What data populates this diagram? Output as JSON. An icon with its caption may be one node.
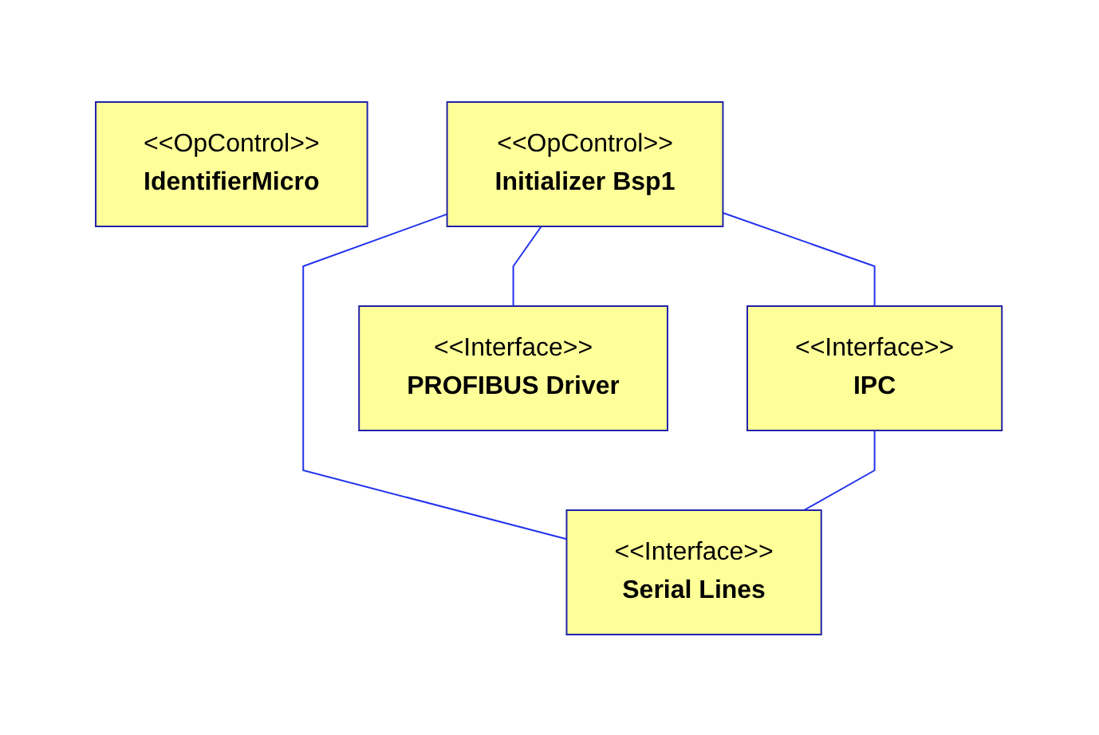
{
  "diagram": {
    "nodes": [
      {
        "text": [
          "<<OpControl>>",
          "IdentifierMicro"
        ]
      },
      {
        "text": [
          "<<OpControl>>",
          "Initializer Bsp1"
        ]
      },
      {
        "text": [
          "<<Interface>>",
          "IPC"
        ]
      },
      {
        "text": [
          "<<Interface>>",
          "PROFIBUS Driver"
        ]
      },
      {
        "text": [
          "<<Interface>>",
          "Serial Lines"
        ]
      }
    ],
    "edges": [
      {
        "from": 1,
        "to": 2,
        "arrow": "none"
      },
      {
        "from": 1,
        "to": 4,
        "arrow": "none"
      },
      {
        "from": 1,
        "to": 3,
        "arrow": "none"
      },
      {
        "from": 2,
        "to": 4,
        "arrow": "none"
      }
    ]
  }
}
